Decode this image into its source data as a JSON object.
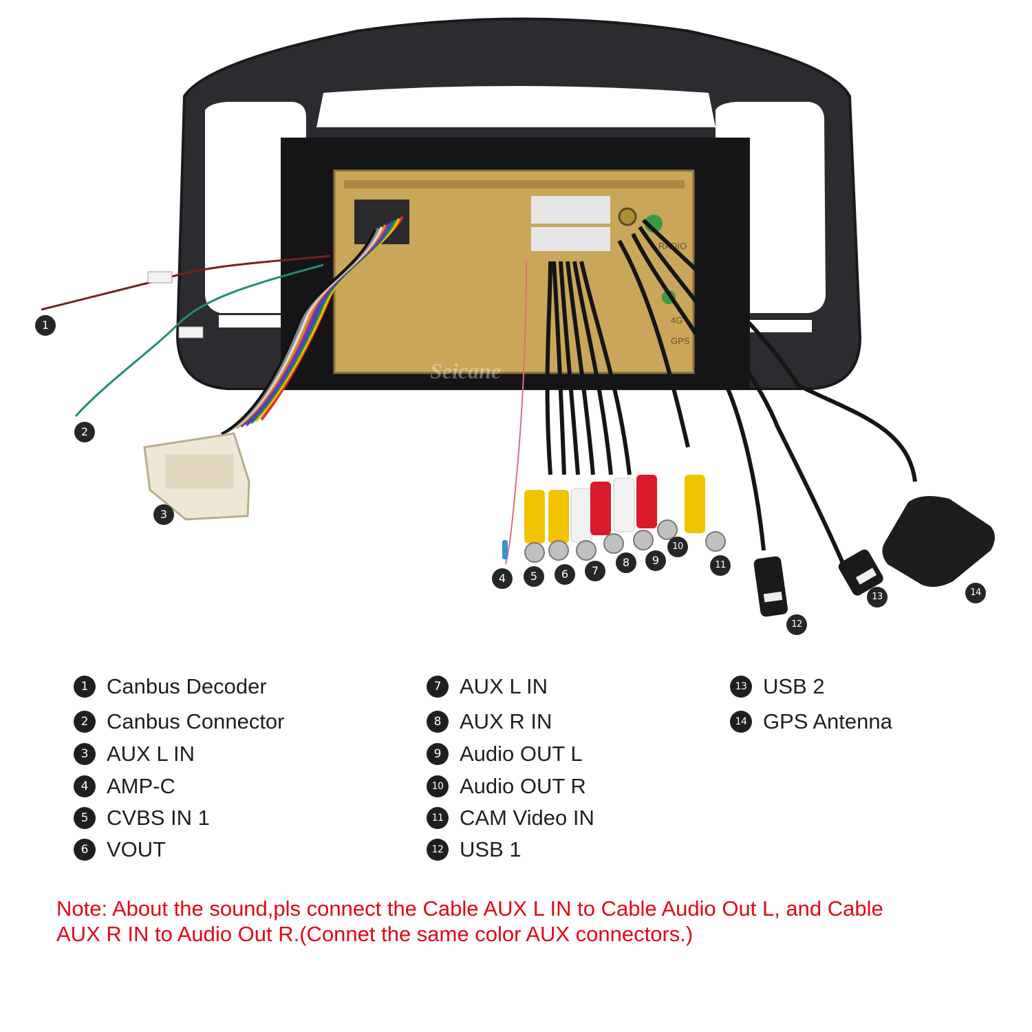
{
  "callouts": [
    "1",
    "2",
    "3",
    "4",
    "5",
    "6",
    "7",
    "8",
    "9",
    "10",
    "11",
    "12",
    "13",
    "14"
  ],
  "watermark": "Seicane",
  "panel_labels": {
    "radio": "RADIO",
    "gps": "GPS",
    "fourg": "4G"
  },
  "legend": [
    {
      "num": "1",
      "label": "Canbus Decoder"
    },
    {
      "num": "2",
      "label": "Canbus Connector"
    },
    {
      "num": "3",
      "label": "AUX L IN"
    },
    {
      "num": "4",
      "label": "AMP-C"
    },
    {
      "num": "5",
      "label": "CVBS IN 1"
    },
    {
      "num": "6",
      "label": "VOUT"
    },
    {
      "num": "7",
      "label": "AUX L IN"
    },
    {
      "num": "8",
      "label": "AUX R IN"
    },
    {
      "num": "9",
      "label": "Audio OUT L"
    },
    {
      "num": "10",
      "label": "Audio OUT R"
    },
    {
      "num": "11",
      "label": "CAM Video IN"
    },
    {
      "num": "12",
      "label": "USB 1"
    },
    {
      "num": "13",
      "label": "USB 2"
    },
    {
      "num": "14",
      "label": "GPS Antenna"
    }
  ],
  "note": {
    "line1": "Note: About the sound,pls connect the Cable AUX L IN to Cable Audio Out L, and Cable",
    "line2": "AUX R IN to  Audio Out R.(Connet the same color AUX connectors.)"
  },
  "colors": {
    "note": "#e30613",
    "frame": "#2c2c30",
    "unit": "#c9a65a",
    "badge": "#1f1f1f"
  }
}
